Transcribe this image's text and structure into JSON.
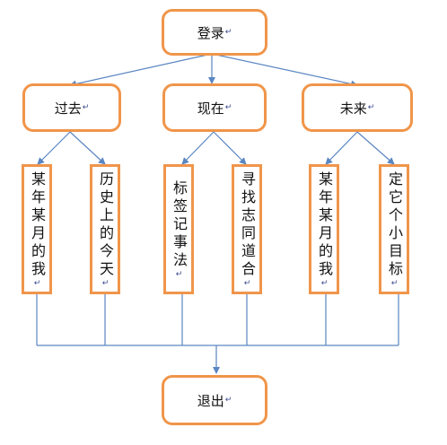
{
  "top": {
    "label": "登录",
    "mark": "↵"
  },
  "level1": [
    {
      "label": "过去",
      "mark": "↵"
    },
    {
      "label": "现在",
      "mark": "↵"
    },
    {
      "label": "未来",
      "mark": "↵"
    }
  ],
  "level2": [
    {
      "label": "某年某月的我",
      "mark": "↵"
    },
    {
      "label": "历史上的今天",
      "mark": "↵"
    },
    {
      "label": "标签记事法",
      "mark": "↵"
    },
    {
      "label": "寻找志同道合",
      "mark": "↵"
    },
    {
      "label": "某年某月的我",
      "mark": "↵"
    },
    {
      "label": "定它个小目标",
      "mark": "↵"
    }
  ],
  "bottom": {
    "label": "退出",
    "mark": "↵"
  },
  "colors": {
    "box_border": "#f0954a",
    "arrow": "#5b86c2"
  }
}
